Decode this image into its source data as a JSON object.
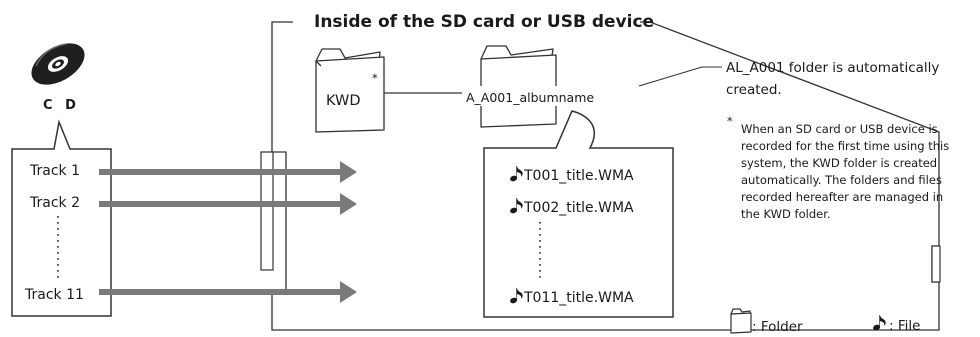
{
  "diagram": {
    "container_title": "Inside of the SD card or USB device",
    "cd_label": "C D",
    "tracks": [
      "Track 1",
      "Track 2",
      "Track 11"
    ],
    "kwd_folder": {
      "label": "KWD",
      "mark": "*"
    },
    "album_folder": {
      "label": "A_A001_albumname"
    },
    "files": [
      "T001_title.WMA",
      "T002_title.WMA",
      "T011_title.WMA"
    ],
    "note_line1": "AL_A001 folder is automatically",
    "note_line2": "created.",
    "footnote_mark": "*",
    "footnote_lines": [
      "When an SD card or USB device is",
      "recorded for the first time using this",
      "system, the KWD folder is created",
      "automatically. The folders and files",
      "recorded hereafter are managed in",
      "the KWD folder."
    ],
    "legend": {
      "folder": ": Folder",
      "file": ": File"
    },
    "colors": {
      "arrow": "#7a7a7a",
      "line": "#333333",
      "text": "#1a1a1a"
    }
  }
}
